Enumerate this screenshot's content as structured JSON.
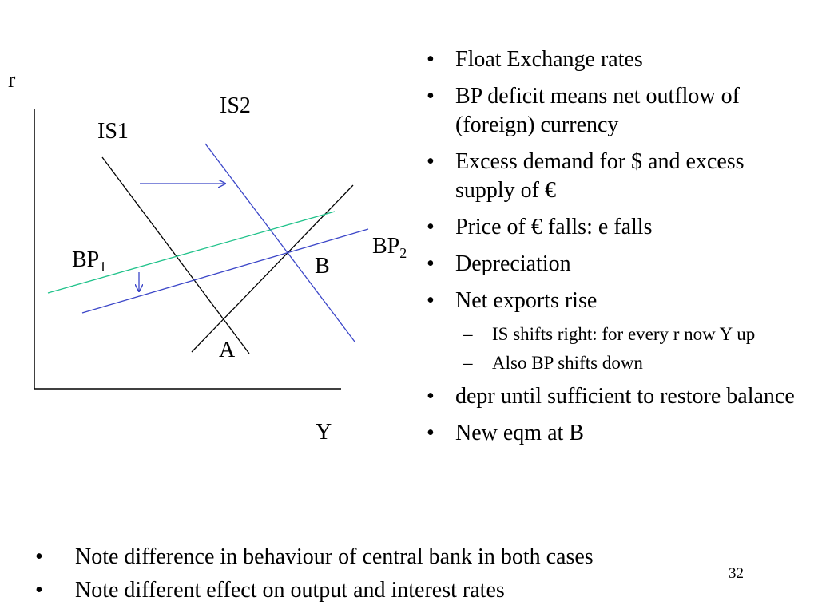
{
  "diagram": {
    "y_axis_label": "r",
    "x_axis_label": "Y",
    "is1_label": "IS1",
    "is2_label": "IS2",
    "bp1_label": "BP",
    "bp1_subscript": "1",
    "bp2_label": "BP",
    "bp2_subscript": "2",
    "point_a_label": "A",
    "point_b_label": "B",
    "colors": {
      "axes": "#000000",
      "is1_line": "#000000",
      "lm_line": "#000000",
      "is2_line": "#3b46c8",
      "bp1_line": "#1fc28a",
      "bp2_line": "#3b46c8",
      "shift_arrows": "#3b46c8"
    }
  },
  "bullets": [
    {
      "text": "Float Exchange rates"
    },
    {
      "text": "BP deficit means net outflow of (foreign) currency"
    },
    {
      "text": "Excess demand for $ and excess supply of €"
    },
    {
      "text": "Price of € falls: e falls"
    },
    {
      "text": "Depreciation"
    },
    {
      "text": "Net exports rise"
    },
    {
      "text": "depr until sufficient to restore balance"
    },
    {
      "text": "New eqm at B"
    }
  ],
  "sub_bullets": [
    {
      "text": "IS shifts right: for every r now Y up"
    },
    {
      "text": "Also BP shifts down"
    }
  ],
  "notes": [
    {
      "text": "Note difference in behaviour of central bank in both cases"
    },
    {
      "text": "Note different effect on output and interest rates"
    }
  ],
  "page_number": "32"
}
